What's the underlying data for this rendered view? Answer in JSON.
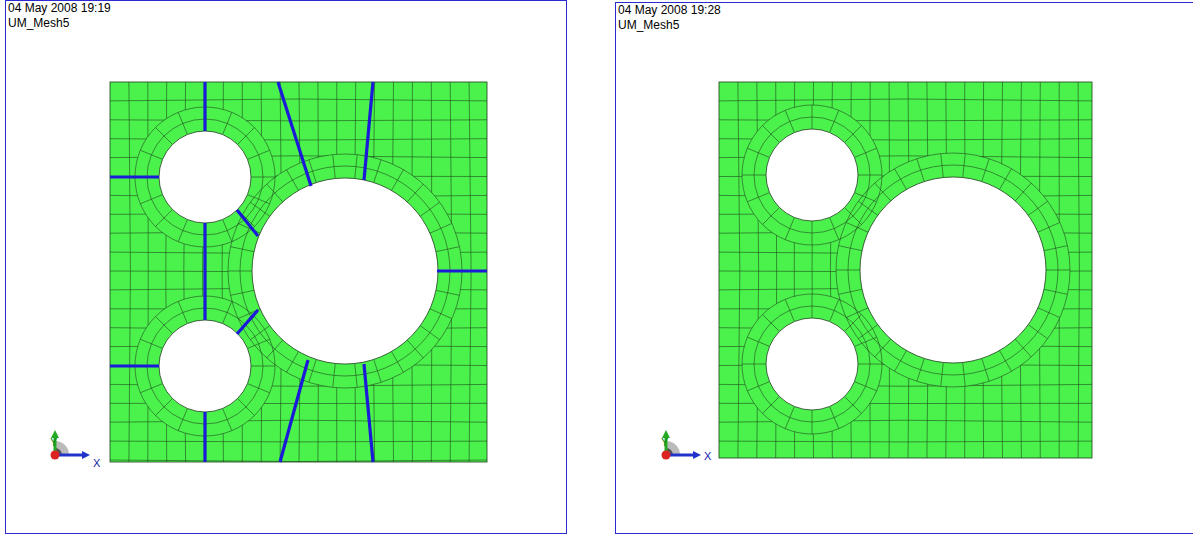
{
  "diagram": {
    "nodes": [
      {
        "text": [
          "04 May 2008 19:19",
          "UM_Mesh5"
        ]
      },
      {
        "text": [
          "04 May 2008 19:28",
          "UM_Mesh5"
        ]
      }
    ],
    "labels": [
      "Y",
      "X",
      "Y",
      "X"
    ]
  }
}
